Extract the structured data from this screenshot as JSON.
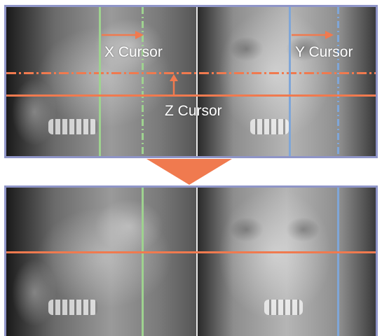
{
  "labels": {
    "x_cursor": "X Cursor",
    "y_cursor": "Y Cursor",
    "z_cursor": "Z Cursor"
  },
  "colors": {
    "x_cursor_line": "#9ed28f",
    "y_cursor_line": "#7fa6d8",
    "z_cursor_line": "#f07a4f",
    "arrow": "#f07a4f",
    "panel_border": "#8f95c8"
  },
  "icons": {
    "x_arrow": "right-arrow-icon",
    "y_arrow": "right-arrow-icon",
    "z_arrow": "up-arrow-icon",
    "transition": "down-triangle-arrow-icon"
  }
}
